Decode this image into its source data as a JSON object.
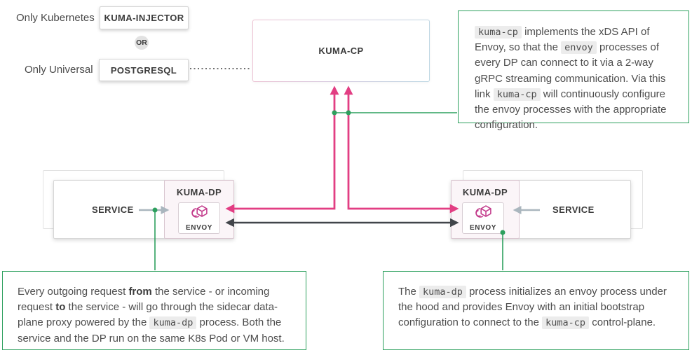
{
  "top_left": {
    "kubernetes_label": "Only Kubernetes",
    "injector_box_label": "KUMA-INJECTOR",
    "or_badge": "OR",
    "universal_label": "Only Universal",
    "postgres_box_label": "POSTGRESQL"
  },
  "control_plane": {
    "label": "KUMA-CP"
  },
  "left_group": {
    "service_label": "SERVICE",
    "kuma_dp_label": "KUMA-DP",
    "envoy_label": "ENVOY"
  },
  "right_group": {
    "service_label": "SERVICE",
    "kuma_dp_label": "KUMA-DP",
    "envoy_label": "ENVOY"
  },
  "annotations": {
    "xds": {
      "segments": [
        {
          "s": "code",
          "v": "kuma-cp"
        },
        {
          "s": "p",
          "v": " implements the xDS API of Envoy, so that the "
        },
        {
          "s": "code",
          "v": "envoy"
        },
        {
          "s": "p",
          "v": " processes of every DP can connect to it via a 2-way gRPC streaming communication. Via this link "
        },
        {
          "s": "code",
          "v": "kuma-cp"
        },
        {
          "s": "p",
          "v": " will continuously configure the envoy processes with the appropriate configuration."
        }
      ]
    },
    "sidecar": {
      "segments": [
        {
          "s": "p",
          "v": "Every outgoing request "
        },
        {
          "s": "b",
          "v": "from"
        },
        {
          "s": "p",
          "v": " the service - or incoming request "
        },
        {
          "s": "b",
          "v": "to"
        },
        {
          "s": "p",
          "v": " the service - will go through the sidecar data-plane proxy powered by the "
        },
        {
          "s": "code",
          "v": "kuma-dp"
        },
        {
          "s": "p",
          "v": " process. Both the service and the DP run on the same K8s Pod or VM host."
        }
      ]
    },
    "bootstrap": {
      "segments": [
        {
          "s": "p",
          "v": "The "
        },
        {
          "s": "code",
          "v": "kuma-dp"
        },
        {
          "s": "p",
          "v": " process initializes an envoy process under the hood and provides Envoy with an initial bootstrap configuration to connect to the "
        },
        {
          "s": "code",
          "v": "kuma-cp"
        },
        {
          "s": "p",
          "v": " control-plane."
        }
      ]
    }
  },
  "icons": {
    "envoy": "envoy-hexagon-icon"
  },
  "colors": {
    "pink_arrow": "#e23e83",
    "green_annotation": "#2da05e",
    "black_arrow": "#41454a",
    "grey_arrow": "#aab6be",
    "dotted_line": "#6f6f6f",
    "envoy_icon_pink": "#c2398a",
    "code_background": "#ececec",
    "dp_box_background": "#fbf5f8"
  }
}
